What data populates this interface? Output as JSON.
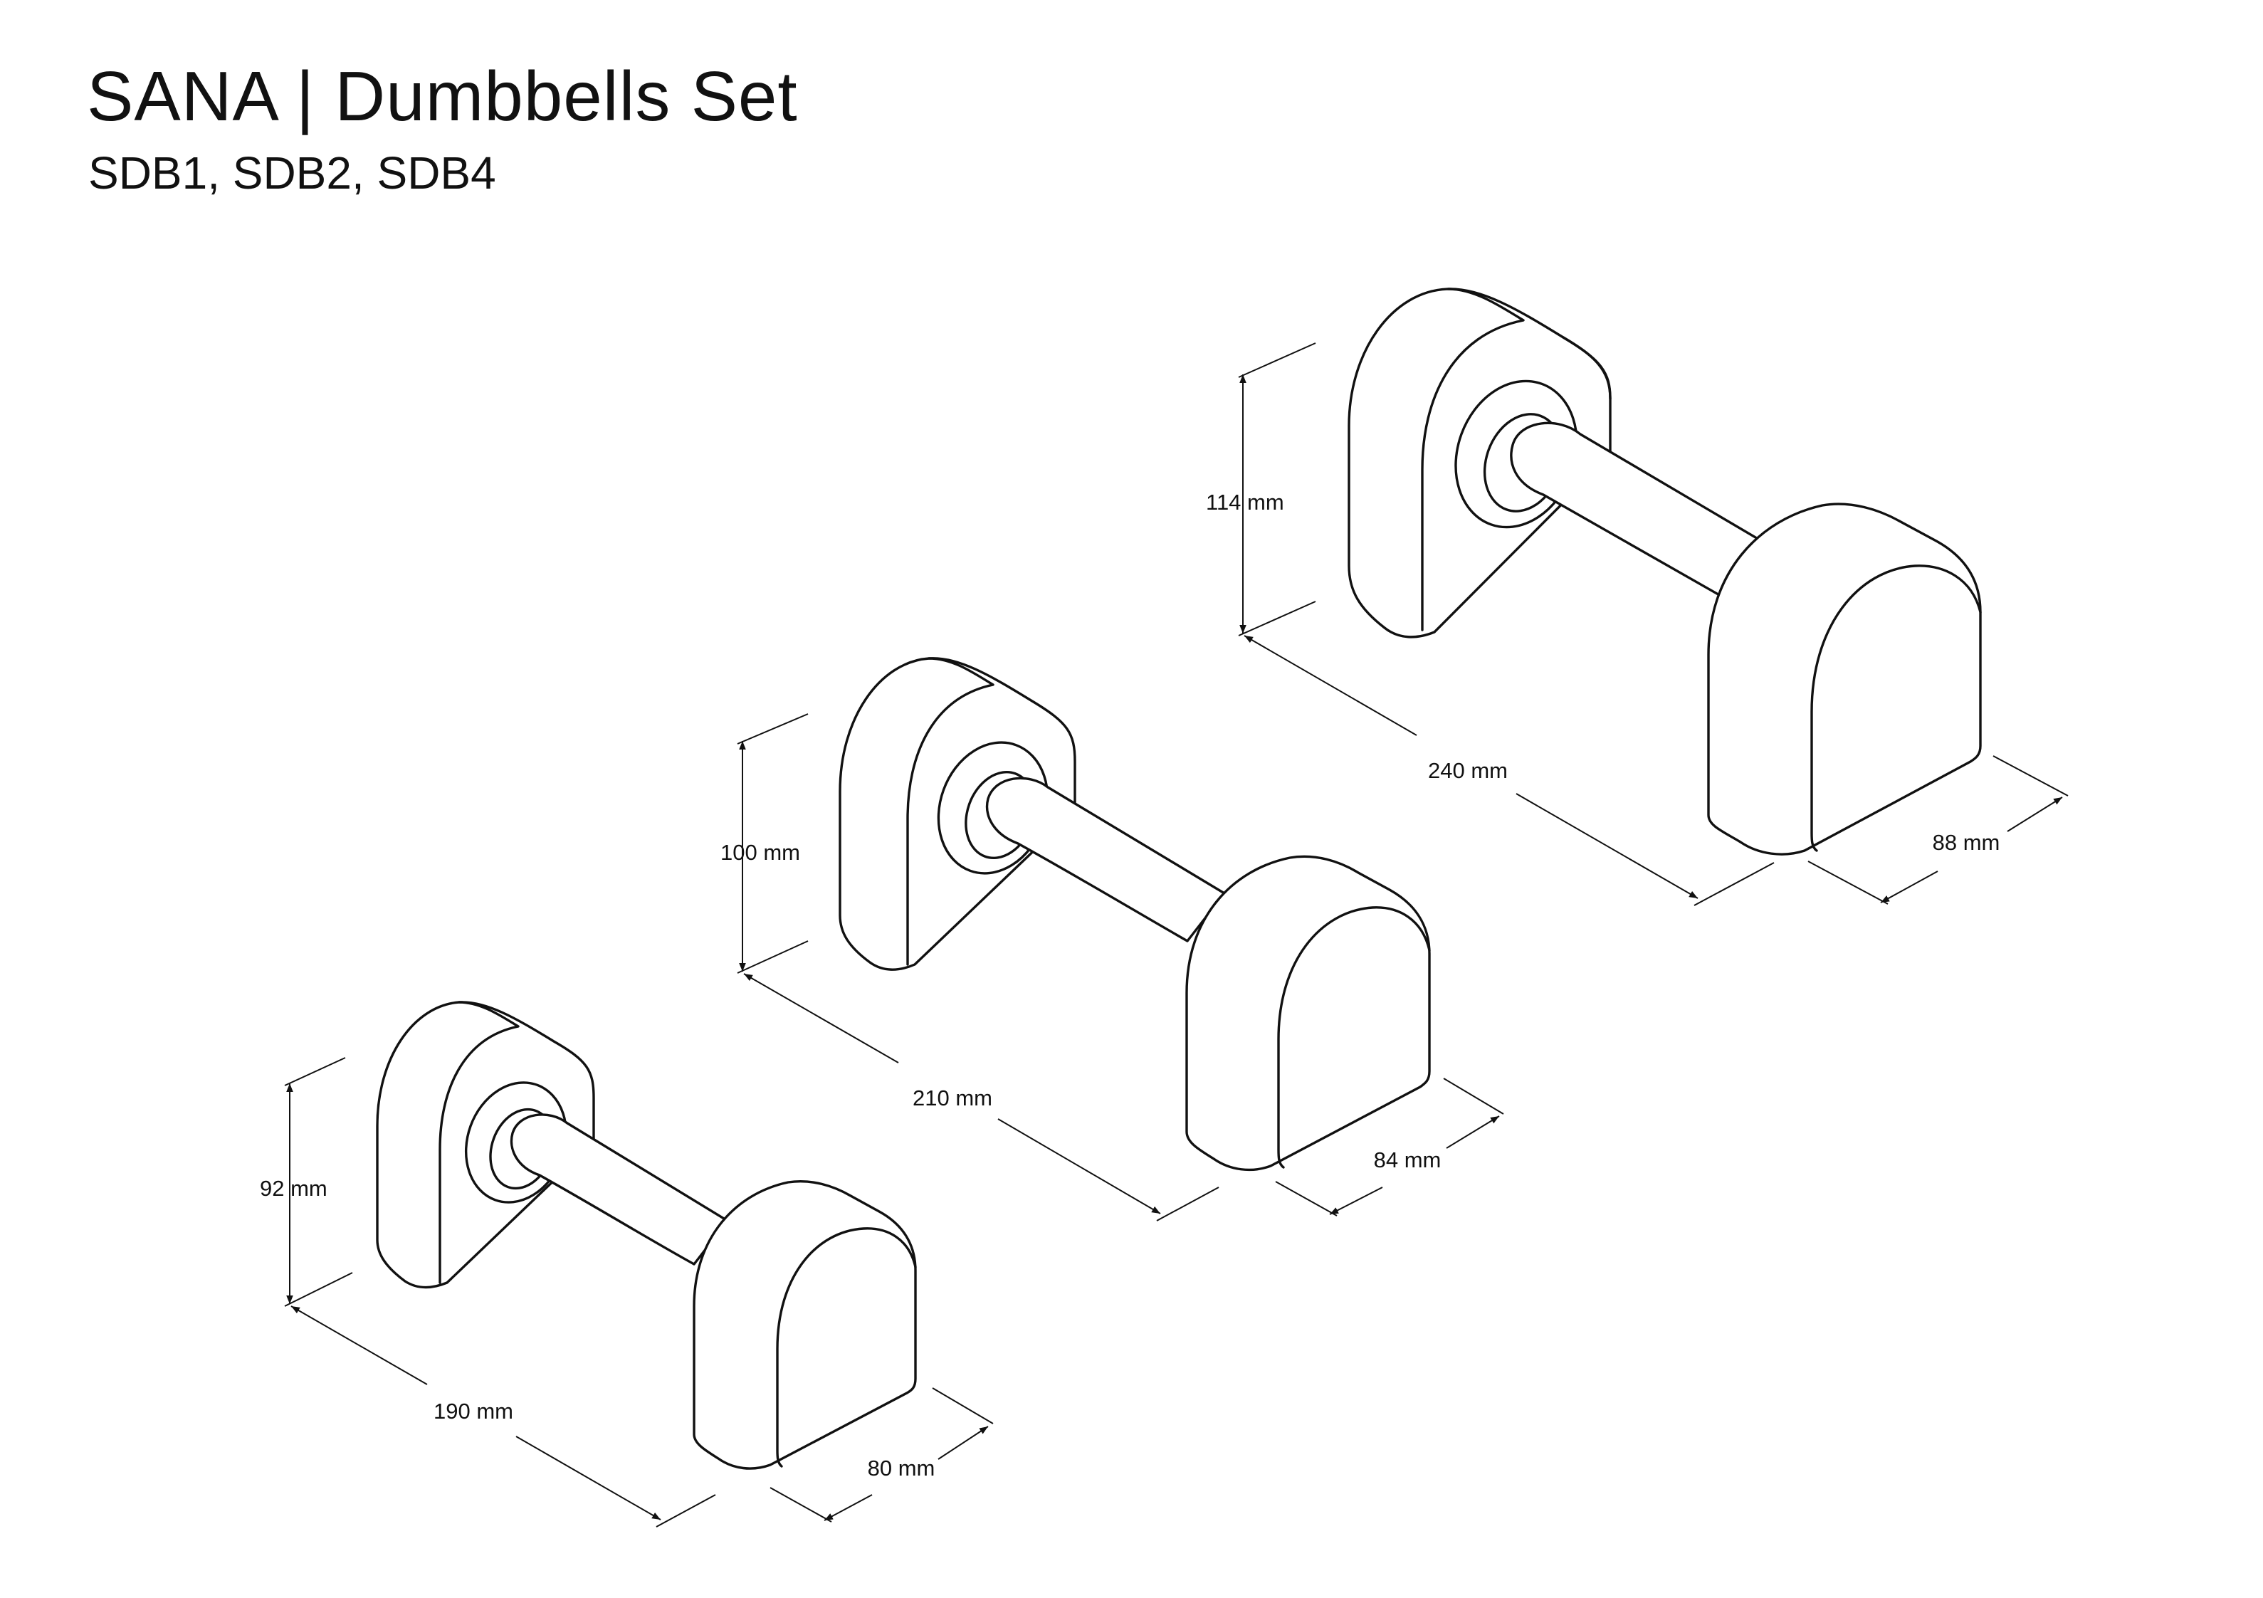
{
  "header": {
    "title": "SANA | Dumbbells Set",
    "subtitle": "SDB1, SDB2, SDB4"
  },
  "dumbbells": [
    {
      "model": "small",
      "height": "92 mm",
      "length": "190 mm",
      "depth": "80 mm"
    },
    {
      "model": "medium",
      "height": "100 mm",
      "length": "210 mm",
      "depth": "84 mm"
    },
    {
      "model": "large",
      "height": "114 mm",
      "length": "240 mm",
      "depth": "88 mm"
    }
  ]
}
